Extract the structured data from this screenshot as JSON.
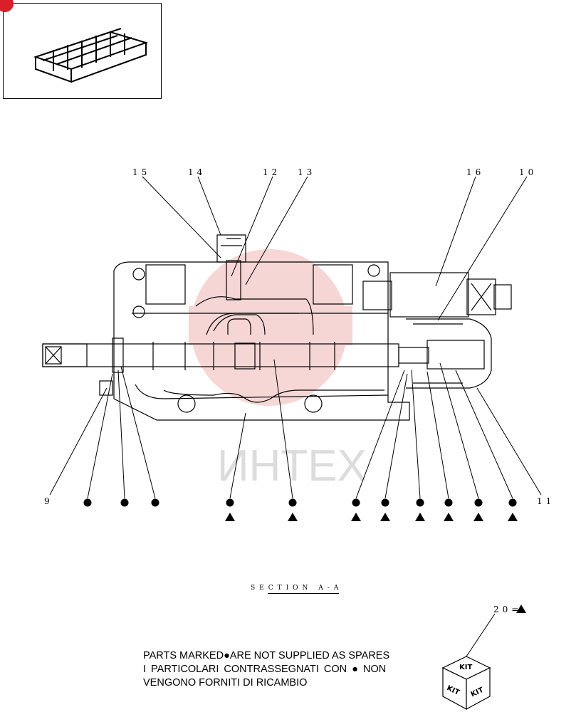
{
  "thumbnail": {
    "icon": "valve-assembly-thumbnail-icon"
  },
  "callouts": {
    "c15": "15",
    "c14": "14",
    "c12": "12",
    "c13": "13",
    "c16": "16",
    "c10": "10",
    "c9": "9",
    "c11": "11",
    "c20": "20="
  },
  "section": {
    "title": "SECTION A-A"
  },
  "note": {
    "line1": "PARTS MARKED",
    "line1b": "ARE NOT SUPPLIED AS SPARES",
    "line2": "I PARTICOLARI CONTRASSEGNATI CON",
    "line2b": "NON",
    "line3": "VENGONO FORNITI DI RICAMBIO"
  },
  "kit": {
    "label": "KIT"
  },
  "watermark": {
    "text": "ИНТЕХ",
    "color": "#e8c9c9"
  }
}
